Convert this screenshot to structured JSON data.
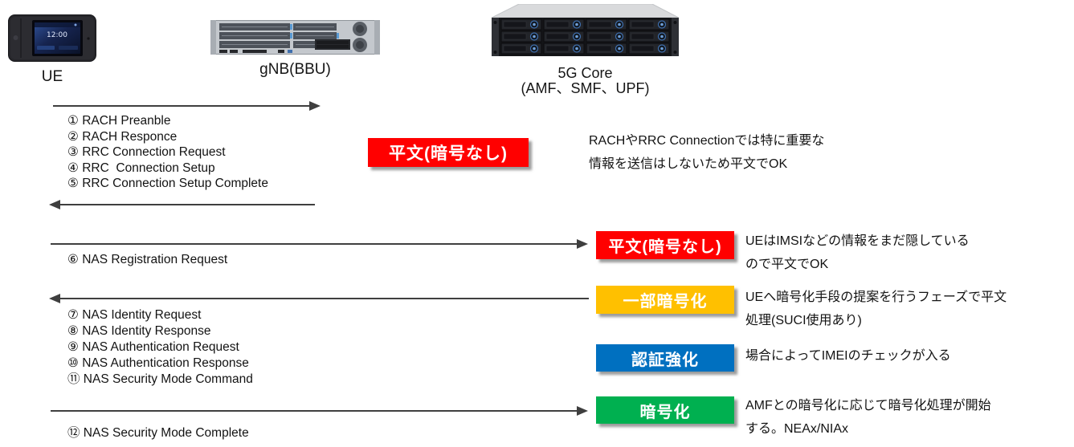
{
  "devices": {
    "ue": {
      "label": "UE",
      "screen_time": "12:00"
    },
    "gnb": {
      "label": "gNB(BBU)"
    },
    "core": {
      "label": "5G Core",
      "sublabel": "(AMF、SMF、UPF)"
    }
  },
  "flows": {
    "rach_rrc": {
      "messages": [
        "① RACH Preanble",
        "② RACH Responce",
        "③ RRC Connection Request",
        "④ RRC  Connection Setup",
        "⑤ RRC Connection Setup Complete"
      ]
    },
    "nas_registration": {
      "message": "⑥ NAS Registration Request"
    },
    "nas_identity_security": {
      "messages": [
        "⑦ NAS Identity Request",
        "⑧ NAS Identity Response",
        "⑨ NAS Authentication Request",
        "⑩ NAS Authentication Response",
        "⑪ NAS Security Mode Command"
      ]
    },
    "nas_complete": {
      "message": "⑫ NAS Security Mode Complete"
    }
  },
  "annotations": [
    {
      "badge": "平文(暗号なし)",
      "color": "#FF0000",
      "text": "RACHやRRC Connectionでは特に重要な\n情報を送信はしないため平文でOK"
    },
    {
      "badge": "平文(暗号なし)",
      "color": "#FF0000",
      "text": "UEはIMSIなどの情報をまだ隠している\nので平文でOK"
    },
    {
      "badge": "一部暗号化",
      "color": "#FFC000",
      "text": "UEへ暗号化手段の提案を行うフェーズで平文\n処理(SUCI使用あり)"
    },
    {
      "badge": "認証強化",
      "color": "#0070C0",
      "text": "場合によってIMEIのチェックが入る"
    },
    {
      "badge": "暗号化",
      "color": "#00B050",
      "text": "AMFとの暗号化に応じて暗号化処理が開始\nする。NEAx/NIAx"
    }
  ]
}
